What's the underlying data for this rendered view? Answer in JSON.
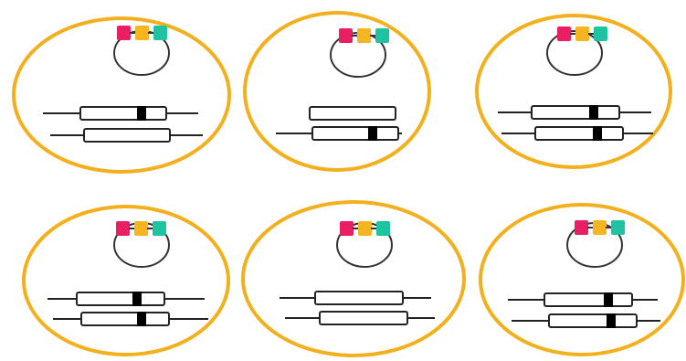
{
  "colors": {
    "cell_outline": "#F2B01E",
    "plasmid_stroke": "#333333",
    "tag_1": "#E91E63",
    "tag_2": "#F5B521",
    "tag_3": "#1EC4A2",
    "chromosome_line": "#222222",
    "gene_box_fill": "#ffffff",
    "gene_box_stroke": "#222222",
    "marker_band": "#000000",
    "background": "#ffffff"
  },
  "plasmid_tags": [
    {
      "name": "tag-magenta",
      "color_key": "tag_1"
    },
    {
      "name": "tag-yellow",
      "color_key": "tag_2"
    },
    {
      "name": "tag-teal",
      "color_key": "tag_3"
    }
  ],
  "cells": [
    {
      "id": "cell-1",
      "row": 1,
      "column": 1,
      "chromosome_1_has_marker": true,
      "chromosome_2_has_marker": false
    },
    {
      "id": "cell-2",
      "row": 1,
      "column": 2,
      "chromosome_1_has_marker": false,
      "chromosome_2_has_marker": true
    },
    {
      "id": "cell-3",
      "row": 1,
      "column": 3,
      "chromosome_1_has_marker": true,
      "chromosome_2_has_marker": true
    },
    {
      "id": "cell-4",
      "row": 2,
      "column": 1,
      "chromosome_1_has_marker": true,
      "chromosome_2_has_marker": true
    },
    {
      "id": "cell-5",
      "row": 2,
      "column": 2,
      "chromosome_1_has_marker": false,
      "chromosome_2_has_marker": false
    },
    {
      "id": "cell-6",
      "row": 2,
      "column": 3,
      "chromosome_1_has_marker": true,
      "chromosome_2_has_marker": true
    }
  ]
}
